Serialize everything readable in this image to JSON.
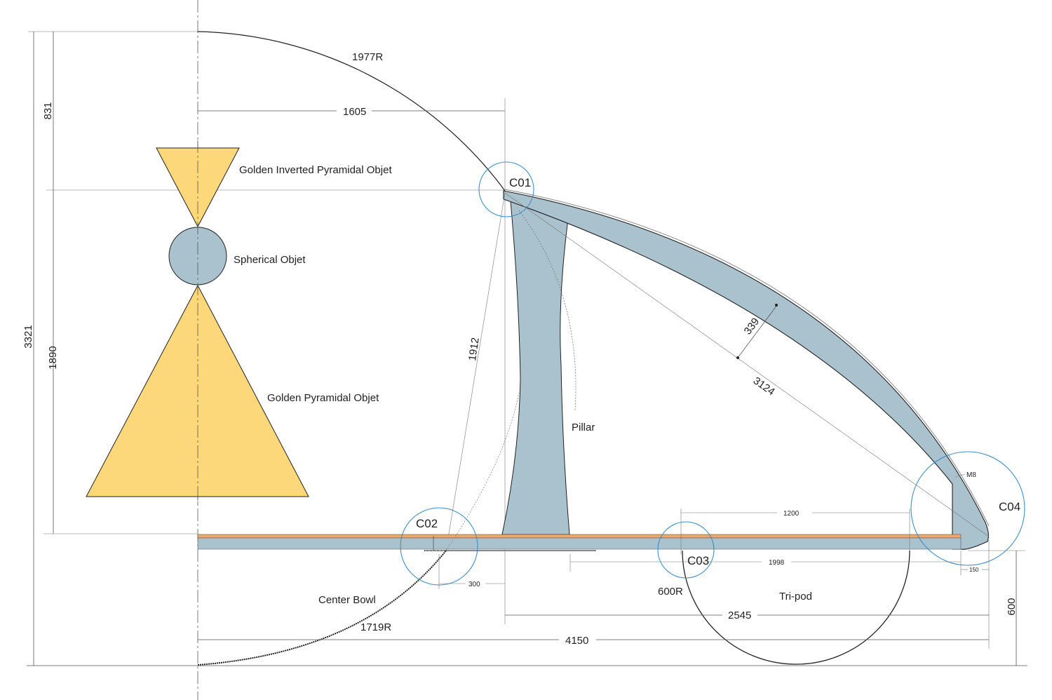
{
  "colors": {
    "gold": "#fcd87a",
    "steel": "#a9c2ce",
    "wood": "#f0a868",
    "detail_circle": "#3f8fc2"
  },
  "labels": {
    "inverted_pyramid": "Golden Inverted Pyramidal Objet",
    "sphere": "Spherical Objet",
    "pyramid": "Golden Pyramidal Objet",
    "pillar": "Pillar",
    "center_bowl": "Center Bowl",
    "tripod": "Tri-pod"
  },
  "details": {
    "c01": "C01",
    "c02": "C02",
    "c03": "C03",
    "c04": "C04",
    "m8": "M8"
  },
  "dimensions": {
    "r1977": "1977R",
    "d1605": "1605",
    "d831": "831",
    "d3321": "3321",
    "d1890": "1890",
    "d1912": "1912",
    "d339": "339",
    "d3124": "3124",
    "d1200": "1200",
    "d1998": "1998",
    "d150": "150",
    "d300": "300",
    "r600": "600R",
    "d2545": "2545",
    "d4150": "4150",
    "r1719": "1719R",
    "d600": "600"
  }
}
